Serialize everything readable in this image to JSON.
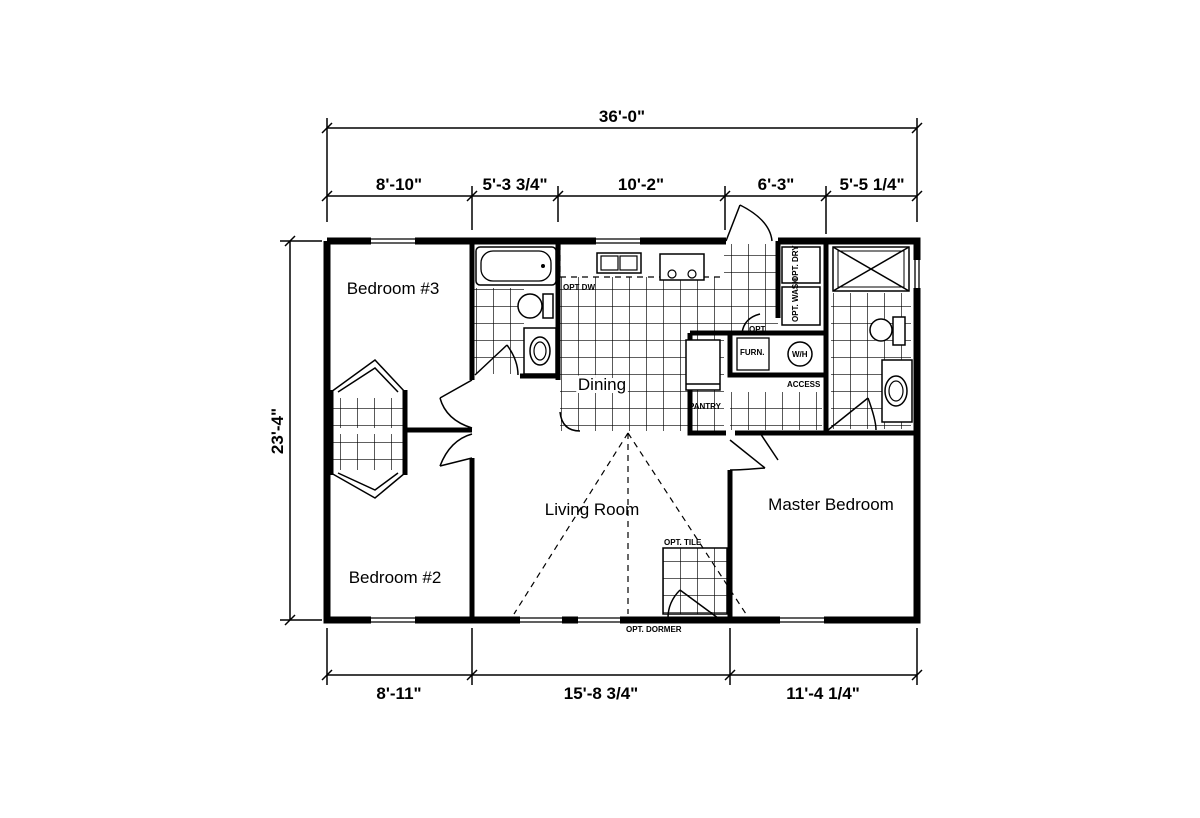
{
  "dimensions": {
    "overall_width": "36'-0\"",
    "overall_depth": "23'-4\"",
    "top": [
      "8'-10\"",
      "5'-3 3/4\"",
      "10'-2\"",
      "6'-3\"",
      "5'-5 1/4\""
    ],
    "bottom": [
      "8'-11\"",
      "15'-8 3/4\"",
      "11'-4 1/4\""
    ]
  },
  "rooms": {
    "bedroom3": "Bedroom #3",
    "bedroom2": "Bedroom #2",
    "dining": "Dining",
    "living": "Living Room",
    "master": "Master Bedroom"
  },
  "notes": {
    "opt_dw": "OPT DW",
    "opt_dry": "OPT. DRY",
    "opt_wash": "OPT. WASH",
    "opt": "OPT.",
    "furn": "FURN.",
    "wh": "W/H",
    "access": "ACCESS",
    "pantry": "PANTRY",
    "opt_tile": "OPT. TILE",
    "opt_dormer": "OPT. DORMER"
  }
}
